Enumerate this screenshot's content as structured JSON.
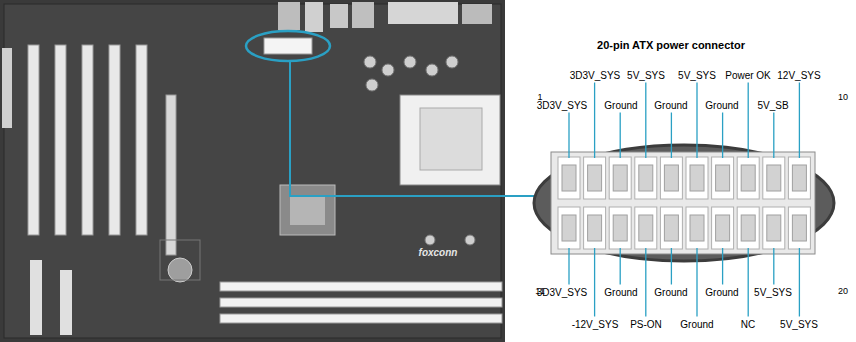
{
  "diagram": {
    "title": "20-pin ATX power connector",
    "labels": [
      "3D3V_SYS",
      "5V_SYS",
      "5V_SYS",
      "Power OK",
      "12V_SYS",
      "3D3V_SYS",
      "Ground",
      "Ground",
      "Ground",
      "5V_SB",
      "1",
      "10",
      "11",
      "20",
      "3D3V_SYS",
      "Ground",
      "Ground",
      "Ground",
      "5V_SYS",
      "-12V_SYS",
      "PS-ON",
      "Ground",
      "NC",
      "5V_SYS",
      "foxconn"
    ]
  }
}
